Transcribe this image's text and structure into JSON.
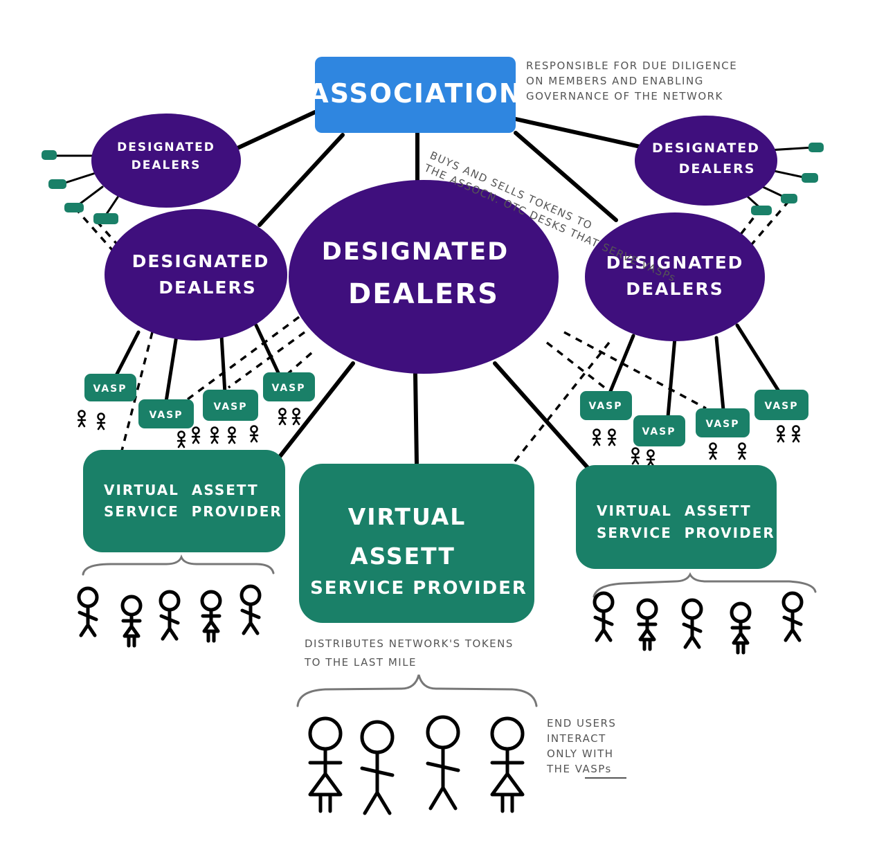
{
  "colors": {
    "association": "#2f86e0",
    "dealer": "#3f0f7d",
    "vasp": "#1a8068",
    "stub": "#1a8068",
    "note": "#555555"
  },
  "association": {
    "label": "ASSOCIATION"
  },
  "association_note": {
    "lines": [
      "RESPONSIBLE FOR DUE DILIGENCE",
      "ON MEMBERS AND ENABLING",
      "GOVERNANCE OF THE NETWORK"
    ]
  },
  "dealers": {
    "top_left": [
      "DESIGNATED",
      "DEALERS"
    ],
    "top_right": [
      "DESIGNATED",
      "DEALERS"
    ],
    "left": [
      "DESIGNATED",
      "DEALERS"
    ],
    "center": [
      "DESIGNATED",
      "DEALERS"
    ],
    "right": [
      "DESIGNATED",
      "DEALERS"
    ]
  },
  "dealer_note": {
    "lines": [
      "BUYS AND SELLS TOKENS TO",
      "THE ASSOCN. OTC DESKS THAT SERVE VASPs"
    ]
  },
  "small_vasp_label": "VASP",
  "providers": {
    "left": [
      "VIRTUAL  ASSETT",
      "SERVICE  PROVIDER"
    ],
    "center": [
      "VIRTUAL",
      "ASSETT",
      "SERVICE PROVIDER"
    ],
    "right": [
      "VIRTUAL  ASSETT",
      "SERVICE  PROVIDER"
    ]
  },
  "provider_note": {
    "lines": [
      "DISTRIBUTES NETWORK'S TOKENS",
      "TO THE LAST MILE"
    ]
  },
  "end_user_note": {
    "lines": [
      "END USERS",
      "INTERACT",
      "ONLY WITH",
      "THE VASPs"
    ]
  }
}
